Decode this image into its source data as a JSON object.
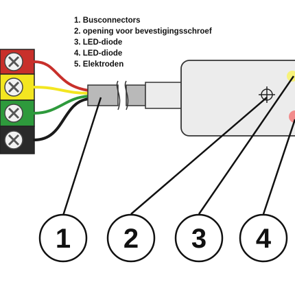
{
  "legend": [
    "1. Busconnectors",
    "2. opening voor bevestigingsschroef",
    "3. LED-diode",
    "4. LED-diode",
    "5. Elektroden"
  ],
  "callouts": [
    "1",
    "2",
    "3",
    "4"
  ],
  "colors": {
    "wire_red": "#c8302b",
    "wire_yellow": "#f3e621",
    "wire_green": "#2e9a3c",
    "wire_black": "#1a1a1a",
    "led_yellow": "#f7f27a",
    "led_red": "#f28b8b"
  }
}
